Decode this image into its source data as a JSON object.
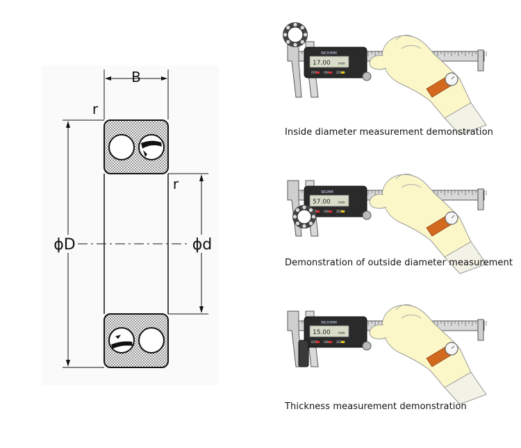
{
  "drawing": {
    "labels": {
      "width": "B",
      "fillet_outer": "r",
      "fillet_inner": "r",
      "outer_diameter": "ϕD",
      "inner_diameter": "ϕd"
    }
  },
  "demos": [
    {
      "caption": "Inside diameter measurement demonstration",
      "display_value": "17.00",
      "display_unit": "mm",
      "header_text": "INCH/MM",
      "buttons": [
        "OFF",
        "ON",
        "ZERO"
      ]
    },
    {
      "caption": "Demonstration of outside diameter measurement",
      "display_value": "57.00",
      "display_unit": "mm",
      "header_text": "SELMM",
      "buttons": [
        "OFF",
        "ON",
        "ZERO"
      ]
    },
    {
      "caption": "Thickness measurement demonstration",
      "display_value": "15.00",
      "display_unit": "mm",
      "header_text": "INCH/MM",
      "buttons": [
        "OFF",
        "ON",
        "ZERO"
      ]
    }
  ],
  "colors": {
    "line": "#1a1a1a",
    "glove": "#fbf7c8",
    "caliper_body": "#2a2a2a",
    "lcd": "#d9dcc8",
    "watch_strap": "#d2691e"
  }
}
